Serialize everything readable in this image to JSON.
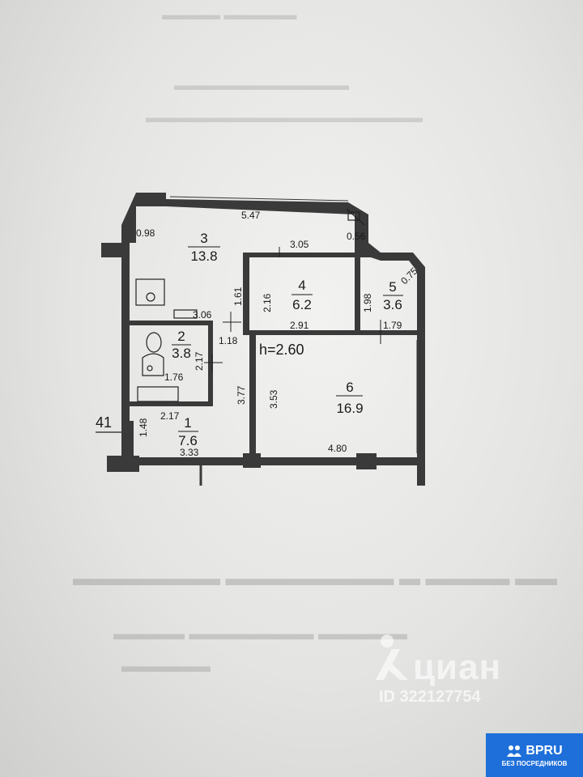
{
  "plan": {
    "rooms": [
      {
        "num": "1",
        "area": "7.6"
      },
      {
        "num": "2",
        "area": "3.8"
      },
      {
        "num": "3",
        "area": "13.8"
      },
      {
        "num": "4",
        "area": "6.2"
      },
      {
        "num": "5",
        "area": "3.6"
      },
      {
        "num": "6",
        "area": "16.9"
      }
    ],
    "dimensions": [
      "5.47",
      "0.98",
      "0.56",
      "0.75",
      "3.05",
      "1.61",
      "2.16",
      "1.98",
      "3.06",
      "1.18",
      "2.91",
      "1.79",
      "2.17",
      "1.76",
      "3.77",
      "3.53",
      "2.17",
      "1.48",
      "3.33",
      "4.80"
    ],
    "ceiling_height": "h=2.60",
    "side_number": "41"
  },
  "watermark": {
    "brand": "циан",
    "id": "ID 322127754"
  },
  "badge": {
    "brand": "BPRU",
    "subtitle": "БЕЗ ПОСРЕДНИКОВ"
  }
}
